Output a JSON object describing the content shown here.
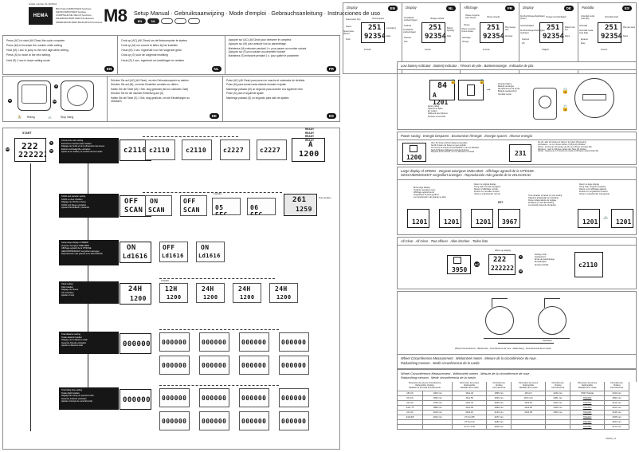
{
  "header": {
    "article_number": "Article number 41.18.6541",
    "brand": "HEMA",
    "logo_lines": [
      "BICYCLE COMPUTER 8 functions",
      "FIETSCOMPUTER 8 functies",
      "COMPTEUR DE VÉLO 8 fonctions",
      "FAHRRADCOMPUTER 8 Funktionen",
      "ORDENADOR PARA BICICLETA 8 funciones"
    ],
    "model": "M8",
    "title": "Setup Manual · Gebruiksaanwijzing · Mode d'emploi · Gebrauchsanleitung · Instrucciones de uso",
    "lang_ovals": [
      "EN",
      "NL",
      "FR",
      "DE",
      "ES"
    ]
  },
  "instructions": {
    "en": {
      "lang": "EN",
      "lines": [
        "Press (AC) to start (All Clear) the cycle computer",
        "Press (M) to increase the number while setting",
        "Hold (M) 1 sec to jump to the next digit while setting",
        "Press (S) to move to the next setting",
        "Hold (S) 1 sec to leave setting mode"
      ]
    },
    "nl": {
      "lang": "NL",
      "lines": [
        "Druk op (AC) (All Clear) om de fietscomputer te starten",
        "Druk op (M) om vooruit te tellen bij het instellen",
        "Houd (M) 1 sec. ingedrukt voor het volgende getal",
        "Druk op (S) voor de volgende instelling",
        "Houd (S) 1 sec. ingedrukt om instellingen te verlaten"
      ]
    },
    "fr": {
      "lang": "FR",
      "lines": [
        "Appuyez sur (AC) (All Clear) pour démarrer le compteur",
        "Appuyez sur (M) pour avancer lors du paramétrage",
        "Maintenez (M) enfoncée pendant 1 s. pour passer au nombre suivant",
        "Appuyez sur (S) pour passer au paramètre suivant",
        "Maintenez (S) enfoncée pendant 1 s. pour quitter le paramètre"
      ]
    },
    "de": {
      "lang": "DE",
      "lines": [
        "Drücken Sie auf (AC) (All Clear), um den Fahrradcomputer zu starten",
        "Drücken Sie auf (M), um beim Einstellen vorwärts zu zählen",
        "Halten Sie die Taste (M) 1 Sek. lang gedrückt (bis zur nächsten Zahl)",
        "Drücken Sie für die nächste Einstellung auf (S)",
        "Halten Sie die Taste (S) 1 Sek. lang gedrückt, um die Einstellungen zu verlassen"
      ]
    },
    "es": {
      "lang": "ES",
      "lines": [
        "Pulse (AC) (All Clear) para poner en marcha el ordenador de bicicleta",
        "Pulse (M) para contar hacia delante durante el ajuste",
        "Mantenga pulsado (M) un segundo para acceder a la siguiente cifra",
        "Pulse (S) para el siguiente ajuste",
        "Mantenga pulsado (S) un segundo para salir de ajustes"
      ]
    }
  },
  "device": {
    "buttons": {
      "m": "M",
      "s": "S",
      "ac": "AC"
    },
    "riding_label": "Riding",
    "stop_riding_label": "Stop riding"
  },
  "flow": {
    "start_label": "START",
    "ready_labels": [
      "READY",
      "READY",
      "READY",
      "READY"
    ],
    "steps": [
      {
        "id": "unit-wheel",
        "lines": [
          "Unit and tire size setting",
          "Eenheid en bandenmaat instellen",
          "Réglage de l'unité et de la dimension des pneus",
          "Einheit und Radgröße einstellen",
          "Ajuste de la unidad y la medida de las ruedas"
        ],
        "lcd": "c2110",
        "options": [
          "c2110",
          "c2110"
        ]
      },
      {
        "id": "scan",
        "lines": [
          "SCAN and duration setting",
          "SCAN en duur instellen",
          "Réglage de SCAN et durée",
          "SCAN und Dauer einstellen",
          "Ajustar ESCANEAR y duración"
        ],
        "lcd": "OFF SCAN",
        "options": [
          "ON SCAN",
          "OFF SCAN",
          "05 SEC",
          "06 SEC"
        ]
      },
      {
        "id": "large-speed",
        "lines": [
          "Setup large display of SPEED",
          "Vergrote weergave SNELHEID",
          "Affichage agrandi de la VITESSE",
          "GESCHWINDIGKEIT vergrößert anzeigen",
          "Reproducción más grande de la VELOCIDAD"
        ],
        "lcd": "ON Ld1616",
        "options": [
          "OFF Ld1616",
          "ON Ld1616"
        ]
      },
      {
        "id": "clock",
        "lines": [
          "Clock setting",
          "Klok instellen",
          "Réglage de l'heure",
          "Uhr einstellen",
          "Ajustar el reloj"
        ],
        "lcd": "24H 1200",
        "options": [
          "12H P 1200",
          "24H 1200"
        ]
      },
      {
        "id": "total-distance",
        "lines": [
          "Total distance setting",
          "Totale afstand instellen",
          "Réglage de la distance totale",
          "Gesamte Strecke einstellen",
          "Ajustar la distancia total"
        ],
        "lcd": "000000"
      },
      {
        "id": "total-riding-time",
        "lines": [
          "Total riding time setting",
          "Totale rijtijd instellen",
          "Réglage du temps de parcours total",
          "Gesamte Fahrzeit einstellen",
          "Ajustar el tiempo de recorrido total"
        ],
        "lcd": "000000"
      }
    ],
    "labels": {
      "twelve_24": "12H/24H",
      "scan_duration": "Scan duration",
      "distance_total": "Distance total",
      "sec1": "sec 1"
    }
  },
  "display_panels": [
    {
      "lang": "EN",
      "title": "Display",
      "labels": {
        "tl": "Speed pacer (Up)",
        "tl2": "Speed",
        "tl3": "Speed pacer (Down)",
        "tl4": "Clock",
        "tr": "Current speed",
        "r1": "Low battery",
        "r2": "Data",
        "b": "Function"
      }
    },
    {
      "lang": "NL",
      "title": "Display",
      "labels": {
        "tl": "Gemiddelde snelheid (hoger)",
        "tl2": "Snelheid",
        "tl3": "Gemiddelde snelheid (lager)",
        "tl4": "Scannen",
        "tl5": "Klok",
        "tr": "Huidige snelheid",
        "r1": "Batterij bijvulling",
        "r2": "Data",
        "b": "Functie"
      }
    },
    {
      "lang": "FR",
      "title": "Affichage",
      "labels": {
        "tl": "Vitesse moyenne (plus élevée)",
        "tl2": "Vitesse",
        "tl3": "Vitesse moyenne (moins élevée)",
        "tl4": "Scannage",
        "tl5": "Horloge",
        "tr": "Vitesse actuelle",
        "r1": "Pile presque vide",
        "r2": "Données",
        "b": "Fonction"
      }
    },
    {
      "lang": "DE",
      "title": "Display",
      "labels": {
        "tl": "Durchschnittsgeschwindigkeit (höher)",
        "tl2": "Geschwindigkeit",
        "tl3": "Durchschnittsgeschwindigkeit (niedriger)",
        "tl4": "Scannen",
        "tl5": "Uhr",
        "tr": "Heutige Geschwindigkeit",
        "r1": "Batterie fast leer",
        "r2": "Daten",
        "b": "Tätigkeit"
      }
    },
    {
      "lang": "ES",
      "title": "Pantalla",
      "labels": {
        "tl": "Velocidad media (más alta)",
        "tl2": "Velocidad",
        "tl3": "Velocidad media (más baja)",
        "tl4": "Escaneo",
        "tl5": "Reloj",
        "tr": "Velocidad actual",
        "r1": "Pila casi vacía",
        "r2": "Datos",
        "b": "Función"
      }
    }
  ],
  "sections": {
    "battery": {
      "heading": "Low battery indicator . Batterij-indicator . Témoin de pile . Batterieanzeige . Indicador de pila",
      "lcd_left": "84",
      "lcd_left_sub": "A 1201",
      "change_lines": [
        "Change battery",
        "Batterij vervangen",
        "Remplacement de la pile",
        "Batterie austauschen",
        "Cambiar la pila"
      ],
      "during_lines": [
        "During riding",
        "Tijdens het rijden",
        "En roulant",
        "Während des Fahrens",
        "Durante el recorrido"
      ]
    },
    "power_saving": {
      "heading": "Power saving . Energie besparen . Economiser l'énergie . Energie sparen . Ahorrar energía",
      "lcd_left": "1200",
      "lcd_right": "231",
      "left_lines": [
        "After 30 minutes without riding and operation",
        "Na 30 minuten niet fietsen en geen gebruik",
        "Au bout de 30 minutes d'immobilisation et de non utilisation",
        "Nach 30 Minuten Stillstand und keine Nutzung",
        "Después de 30 minutos, no ir en bicicleta o no usarla"
      ],
      "right_lines": [
        "Set off - after 1/2 minutes of riding or by button (M) pressing",
        "Inschakelen - na 1-2 minuten fietsen of (M) knop indrukken",
        "Activer - au bout de 1/2 minutes de vélo ou enfoncer le bouton (M)",
        "Aktivieren - nach 2-3 Minuten radeln oder Taste (M) drücken",
        "Activar - después de 1-2 minutos de montar en bicicleta o pulsar botón (M)"
      ]
    },
    "large_speed": {
      "heading_l1": "Large display of SPEED . Vergrote weergave SNELHEID . Affichage agrandi de la VITESSE .",
      "heading_l2": "GESCHWINDIGKEIT vergrößert anzeigen . Reproducción más grande de la VELOCIDAD",
      "enter_lines": [
        "Enter large display",
        "Vergrote weergave open",
        "Affichage agrandi ouvrir",
        "Vergrößerte Ansicht geöffnet",
        "La reproducción más grande se abre"
      ],
      "return_normal_lines": [
        "Return to original display",
        "Terug naar normale weergave",
        "Retour à l'affichage normal",
        "Zurück zur normalen Ansicht",
        "Volver a reproducción normal"
      ],
      "return_large_lines": [
        "Return to large display",
        "Terug naar vergrote weergave",
        "Retour vers l'affichage agrandi",
        "Zurück zur vergrößerten Ansicht",
        "Volver a reproducción más grande"
      ],
      "duration_lines": [
        "Time duration is based on your setting",
        "Tijdsduur afhankelijk van instelling",
        "Durée indépendante du réglage",
        "Zeitdauer je nach Einstellung",
        "La duración depende del ajuste"
      ],
      "dst_label": "DST",
      "lcds": [
        "1201",
        "1201",
        "1201",
        "3967",
        "1201",
        "1201"
      ]
    },
    "all_clear": {
      "heading": "All Clear . All Clear . Tout effacer . Alles löschen . Todos listo",
      "warmup_label": "Warm-up display",
      "setting_lines": [
        "Setting mode",
        "Instelscherm",
        "Écran de paramétrage",
        "Einstellungen",
        "Ajustar pantalla"
      ],
      "lcd_start": "3950",
      "lcd_end": "c2110"
    },
    "wheel_measure": {
      "heading_l1": "Wheel Circumference Measurement . Wielomtrek meten . Mesure de la circonférence de roue .",
      "heading_l2": "Radumfang messen . Medir circunferencia de la rueda",
      "start_stop": "Start/Stop",
      "caption": "Wheel Circumference . Wielomtrek . Circonférence de roue . Radumfang . Circunferencia de la rueda"
    },
    "wheel_table": {
      "heading_l1": "Wheel Circumference Measurement . Wielomtrek meten . Mesure de la circonférence de roue .",
      "heading_l2": "Radumfang messen . Medir circunferencia de la rueda",
      "col_size_header": [
        "Tire Size",
        "Bandenmaat",
        "Dimension des pneus",
        "Reifengröße",
        "Medidas de la rueda"
      ],
      "col_circ_header": [
        "Circumference",
        "Omtrek",
        "Circonférence",
        "Umfang",
        "Circunferencia"
      ],
      "columns": [
        [
          [
            "18 inch",
            "1406 mm"
          ],
          [
            "20 inch",
            "1596 mm"
          ],
          [
            "22 inch",
            "1759 mm"
          ],
          [
            "24x1.75",
            "1888 mm"
          ],
          [
            "24 inch",
            "1916 mm"
          ],
          [
            "24x13/8",
            "1942 mm"
          ],
          [
            "",
            ""
          ],
          [
            "",
            ""
          ]
        ],
        [
          [
            "26x1.40",
            "1995 mm"
          ],
          [
            "26x1.50",
            "2030 mm"
          ],
          [
            "26x1.75",
            "2045 mm"
          ],
          [
            "26x1.95",
            "2099 mm"
          ],
          [
            "26x2.10",
            "2133 mm"
          ],
          [
            "27.5 x1.85",
            "2157 mm"
          ],
          [
            "27.5 x2.10",
            "2182 mm"
          ],
          [
            "27.5 x 2.35",
            "2229 mm"
          ]
        ],
        [
          [
            "28 inch",
            "2234 mm"
          ],
          [
            "28.6 inch",
            "2281 mm"
          ],
          [
            "29x2.10",
            "2324 mm"
          ],
          [
            "29x2.20",
            "2333 mm"
          ],
          [
            "29x2.35",
            "2354 mm"
          ],
          [
            "",
            ""
          ],
          [
            "",
            ""
          ],
          [
            "",
            ""
          ]
        ],
        [
          [
            "700C Tubular",
            "2410 mm"
          ],
          [
            "700x20C",
            "2092 mm"
          ],
          [
            "700x23C",
            "2112 mm"
          ],
          [
            "700x25C",
            "2124 mm"
          ],
          [
            "700x28C",
            "2136 mm"
          ],
          [
            "700x32C",
            "2155 mm"
          ],
          [
            "700x35C",
            "2164 mm"
          ],
          [
            "700x38C",
            "2174 mm"
          ]
        ]
      ]
    }
  },
  "doc_id": "180316_V1"
}
